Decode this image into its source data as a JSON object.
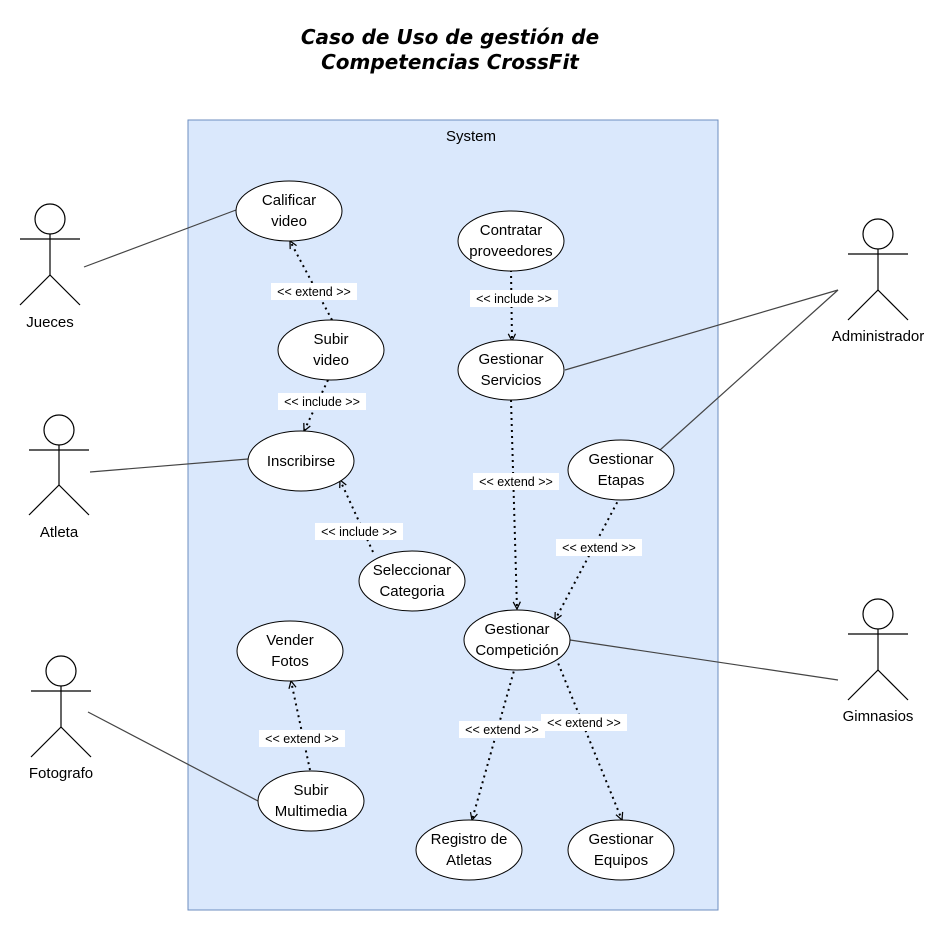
{
  "title": {
    "line1": "Caso de Uso de gestión de",
    "line2": "Competencias CrossFit"
  },
  "system": {
    "label": "System"
  },
  "actors": {
    "jueces": "Jueces",
    "atleta": "Atleta",
    "fotografo": "Fotografo",
    "administrador": "Administrador",
    "gimnasios": "Gimnasios"
  },
  "use_cases": {
    "calificar_video": [
      "Calificar",
      "video"
    ],
    "subir_video": [
      "Subir",
      "video"
    ],
    "inscribirse": [
      "Inscribirse"
    ],
    "seleccionar_categoria": [
      "Seleccionar",
      "Categoria"
    ],
    "vender_fotos": [
      "Vender",
      "Fotos"
    ],
    "subir_multimedia": [
      "Subir",
      "Multimedia"
    ],
    "contratar_proveedores": [
      "Contratar",
      "proveedores"
    ],
    "gestionar_servicios": [
      "Gestionar",
      "Servicios"
    ],
    "gestionar_etapas": [
      "Gestionar",
      "Etapas"
    ],
    "gestionar_competicion": [
      "Gestionar",
      "Competición"
    ],
    "registro_atletas": [
      "Registro de",
      "Atletas"
    ],
    "gestionar_equipos": [
      "Gestionar",
      "Equipos"
    ]
  },
  "relations": {
    "extend": "<< extend >>",
    "include": "<< include >>"
  },
  "colors": {
    "system_fill": "#dae8fc",
    "system_stroke": "#6c8ebf",
    "line": "#000000"
  }
}
